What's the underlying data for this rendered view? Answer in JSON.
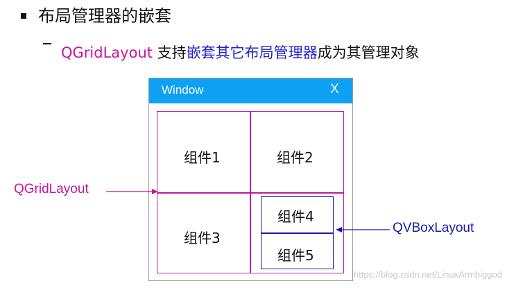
{
  "heading": "布局管理器的嵌套",
  "subheading": {
    "keyword": "QGridLayout",
    "text_a": " 支持",
    "highlight": "嵌套其它布局管理器",
    "text_b": "成为其管理对象"
  },
  "window": {
    "title": "Window",
    "close": "X"
  },
  "cells": {
    "c1": "组件1",
    "c2": "组件2",
    "c3": "组件3",
    "c4": "组件4",
    "c5": "组件5"
  },
  "labels": {
    "grid": "QGridLayout",
    "vbox": "QVBoxLayout"
  },
  "watermark": "https://blog.csdn.net/LinuxArmbiggod",
  "colors": {
    "magenta": "#c4169c",
    "blue": "#1a1aa8",
    "titlebar": "#0ea0f3"
  }
}
